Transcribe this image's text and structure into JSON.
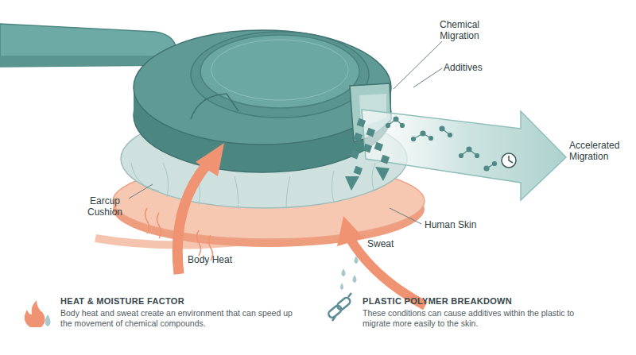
{
  "diagram": {
    "labels": [
      "Chemical Migration",
      "Additives",
      "Accelerated Migration",
      "Earcup Cushion",
      "Human Skin",
      "Body Heat",
      "Sweat",
      "HEAT & MOISTURE FACTOR",
      "Body heat and sweat create an environment that can speed up the movement of chemical compounds.",
      "PLASTIC POLYMER BREAKDOWN",
      "These conditions can cause additives within the plastic to migrate more easily to the skin."
    ]
  }
}
